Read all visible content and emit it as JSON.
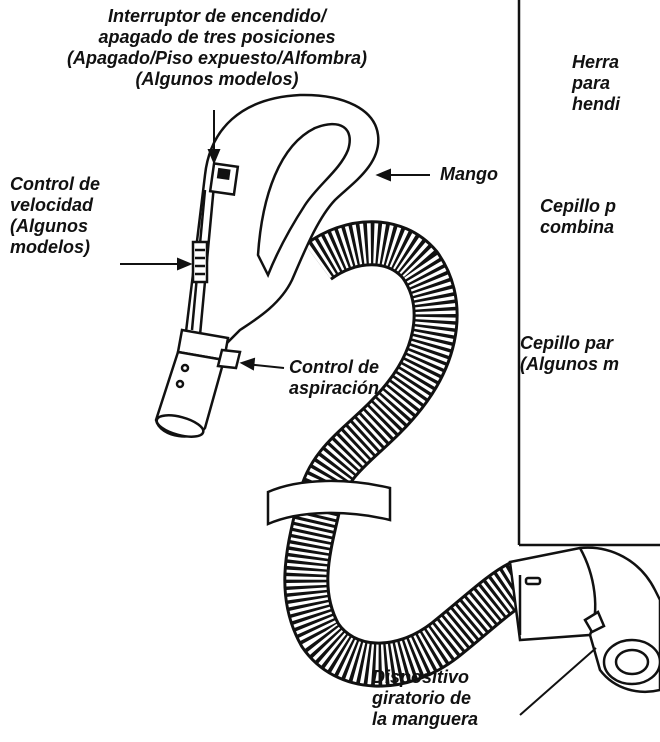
{
  "labels": {
    "switch": {
      "line1": "Interruptor de encendido/",
      "line2": "apagado de tres posiciones",
      "line3": "(Apagado/Piso expuesto/Alfombra)",
      "line4": "(Algunos modelos)"
    },
    "speed": {
      "line1": "Control de",
      "line2": "velocidad",
      "line3": "(Algunos",
      "line4": "modelos)"
    },
    "handle": "Mango",
    "suction": {
      "line1": "Control de",
      "line2": "aspiración"
    },
    "swivel": {
      "line1": "Dispositivo",
      "line2": "giratorio de",
      "line3": "la manguera"
    }
  },
  "inset": {
    "crevice": {
      "line1": "Herra",
      "line2": "para",
      "line3": "hendi"
    },
    "combo": {
      "line1": "Cepillo p",
      "line2": "combina"
    },
    "brush": {
      "line1": "Cepillo par",
      "line2": "(Algunos m"
    }
  }
}
